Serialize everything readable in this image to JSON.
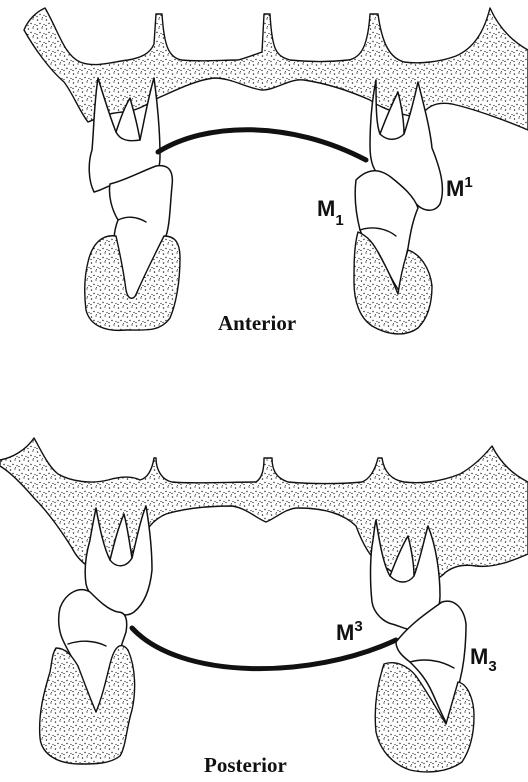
{
  "panels": [
    {
      "caption": "Anterior",
      "labels": {
        "lower_molar": "M",
        "lower_molar_sub": "1",
        "upper_molar": "M",
        "upper_molar_sup": "1"
      }
    },
    {
      "caption": "Posterior",
      "labels": {
        "upper_molar": "M",
        "upper_molar_sup": "3",
        "lower_molar": "M",
        "lower_molar_sub": "3"
      }
    }
  ]
}
